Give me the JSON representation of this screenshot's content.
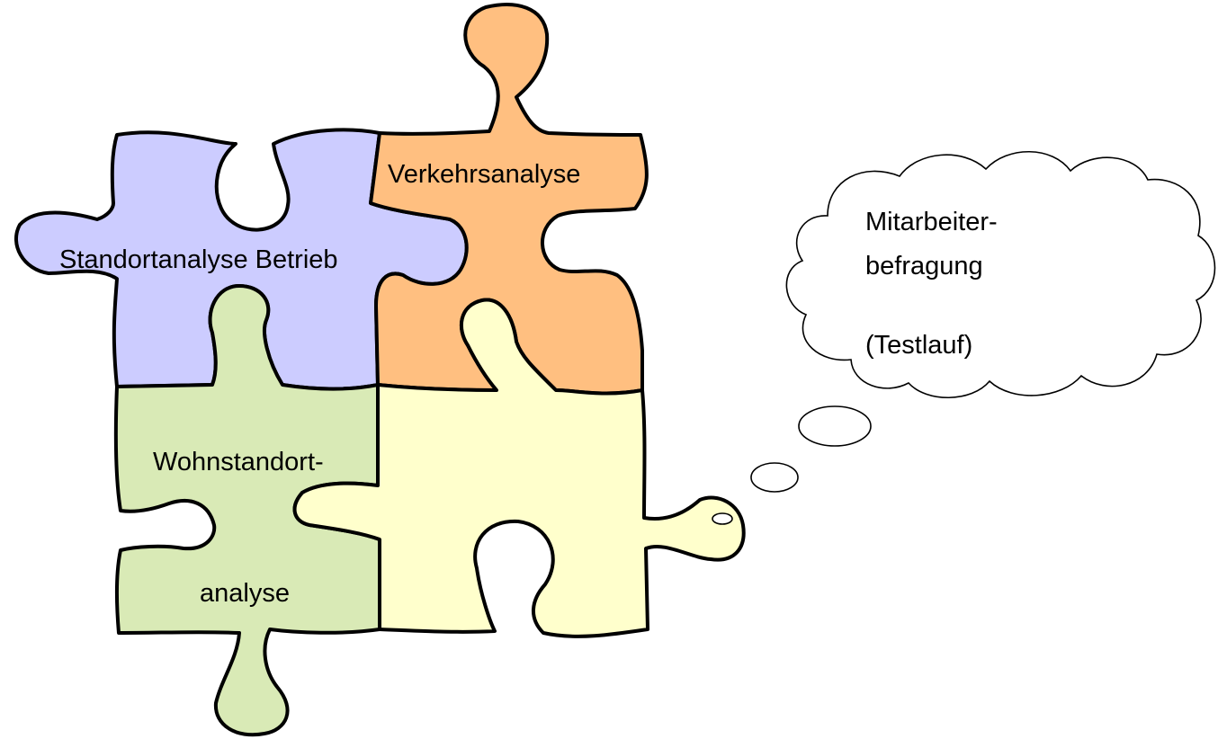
{
  "pieces": {
    "standort": {
      "label": "Standortanalyse Betrieb",
      "color": "#ccccff"
    },
    "verkehr": {
      "label": "Verkehrsanalyse",
      "color": "#ffbf80"
    },
    "wohn": {
      "label_line1": "Wohnstandort-",
      "label_line2": "analyse",
      "color": "#d9eab6"
    },
    "yellow": {
      "color": "#ffffcc"
    }
  },
  "thought_bubble": {
    "line1": "Mitarbeiter-",
    "line2": "befragung",
    "line3": "(Testlauf)"
  }
}
